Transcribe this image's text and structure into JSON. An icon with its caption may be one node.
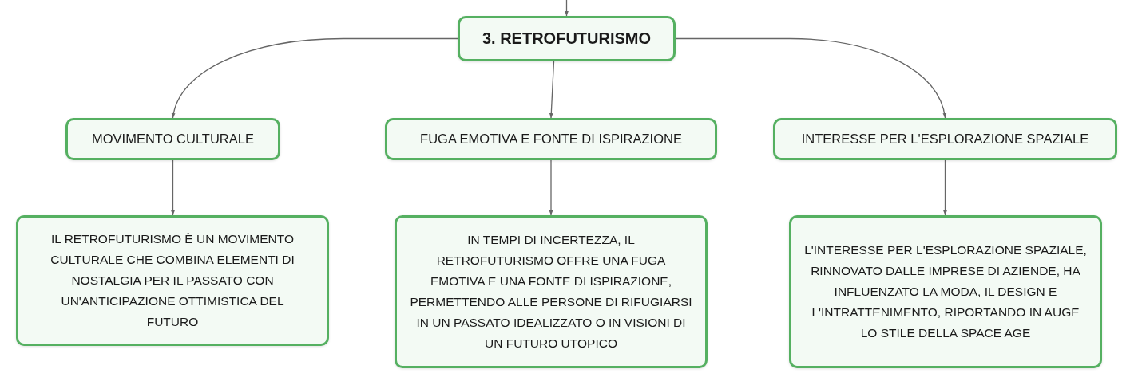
{
  "diagram": {
    "nodes": [
      {
        "text": [
          "3. RETROFUTURISMO"
        ]
      },
      {
        "text": [
          "MOVIMENTO CULTURALE"
        ]
      },
      {
        "text": [
          "FUGA EMOTIVA E FONTE DI ISPIRAZIONE"
        ]
      },
      {
        "text": [
          "INTERESSE PER L'ESPLORAZIONE SPAZIALE"
        ]
      },
      {
        "text": [
          "IL RETROFUTURISMO È UN MOVIMENTO CULTURALE CHE COMBINA ELEMENTI DI NOSTALGIA PER IL PASSATO CON UN'ANTICIPAZIONE OTTIMISTICA DEL FUTURO"
        ]
      },
      {
        "text": [
          "IN TEMPI DI INCERTEZZA, IL RETROFUTURISMO OFFRE UNA FUGA EMOTIVA E UNA FONTE DI ISPIRAZIONE, PERMETTENDO ALLE PERSONE DI RIFUGIARSI IN UN PASSATO IDEALIZZATO O IN VISIONI DI UN FUTURO UTOPICO"
        ]
      },
      {
        "text": [
          "L'INTERESSE PER L'ESPLORAZIONE SPAZIALE, RINNOVATO DALLE IMPRESE DI AZIENDE, HA INFLUENZATO LA MODA, IL DESIGN E L'INTRATTENIMENTO, RIPORTANDO IN AUGE LO STILE DELLA SPACE AGE"
        ]
      }
    ],
    "edges": [
      {
        "from": null,
        "to": 0,
        "arrow": "to"
      },
      {
        "from": 0,
        "to": 1,
        "arrow": "to"
      },
      {
        "from": 0,
        "to": 2,
        "arrow": "to"
      },
      {
        "from": 0,
        "to": 3,
        "arrow": "to"
      },
      {
        "from": 1,
        "to": 4,
        "arrow": "to"
      },
      {
        "from": 2,
        "to": 5,
        "arrow": "to"
      },
      {
        "from": 3,
        "to": 6,
        "arrow": "to"
      }
    ]
  }
}
